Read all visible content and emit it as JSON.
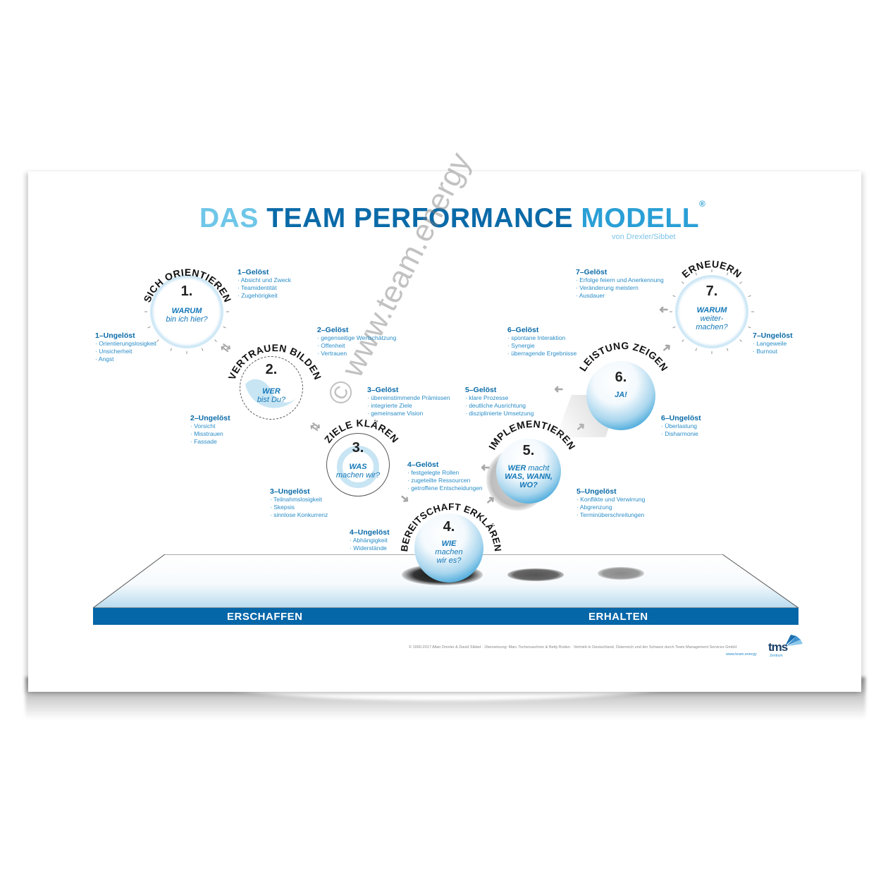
{
  "title": {
    "part1": "DAS",
    "part2": "TEAM PERFORMANCE",
    "part3": "MODELL",
    "registered": "®",
    "subtitle": "von Drexler/Sibbet"
  },
  "colors": {
    "title_light": "#6ec6e8",
    "title_dark": "#0a6aa8",
    "accent_blue": "#0566a8",
    "text_blue": "#2a8dc8"
  },
  "stages": [
    {
      "number": "1.",
      "name": "SICH ORIENTIEREN",
      "question_bold": "WARUM",
      "question_rest": "bin ich hier?",
      "resolved": {
        "heading": "1–Gelöst",
        "items": [
          "· Absicht und Zweck",
          "· Teamidentität",
          "· Zugehörigkeit"
        ]
      },
      "unresolved": {
        "heading": "1–Ungelöst",
        "items": [
          "· Orientierungslosigkeit",
          "· Unsicherheit",
          "· Angst"
        ]
      }
    },
    {
      "number": "2.",
      "name": "VERTRAUEN BILDEN",
      "question_bold": "WER",
      "question_rest": "bist Du?",
      "resolved": {
        "heading": "2–Gelöst",
        "items": [
          "· gegenseitige Wertschätzung",
          "· Offenheit",
          "· Vertrauen"
        ]
      },
      "unresolved": {
        "heading": "2–Ungelöst",
        "items": [
          "· Vorsicht",
          "· Misstrauen",
          "· Fassade"
        ]
      }
    },
    {
      "number": "3.",
      "name": "ZIELE KLÄREN",
      "question_bold": "WAS",
      "question_rest": "machen wir?",
      "resolved": {
        "heading": "3–Gelöst",
        "items": [
          "· übereinstimmende Prämissen",
          "· integrierte Ziele",
          "· gemeinsame Vision"
        ]
      },
      "unresolved": {
        "heading": "3–Ungelöst",
        "items": [
          "· Teilnahmslosigkeit",
          "· Skepsis",
          "· sinnlose Konkurrenz"
        ]
      }
    },
    {
      "number": "4.",
      "name": "BEREITSCHAFT ERKLÄREN",
      "question_bold": "WIE",
      "question_rest": "machen wir es?",
      "resolved": {
        "heading": "4–Gelöst",
        "items": [
          "· festgelegte Rollen",
          "· zugeteilte Ressourcen",
          "· getroffene Entscheidungen"
        ]
      },
      "unresolved": {
        "heading": "4–Ungelöst",
        "items": [
          "· Abhängigkeit",
          "· Widerstände"
        ]
      }
    },
    {
      "number": "5.",
      "name": "IMPLEMENTIEREN",
      "question_bold": "WER",
      "question_rest": "macht",
      "question_line2": "WAS, WANN,",
      "question_line3": "WO?",
      "resolved": {
        "heading": "5–Gelöst",
        "items": [
          "· klare Prozesse",
          "· deutliche Ausrichtung",
          "· disziplinierte Umsetzung"
        ]
      },
      "unresolved": {
        "heading": "5–Ungelöst",
        "items": [
          "· Konflikte und Verwirrung",
          "· Abgrenzung",
          "· Terminüberschreitungen"
        ]
      }
    },
    {
      "number": "6.",
      "name": "LEISTUNG ZEIGEN",
      "question_bold": "JA!",
      "question_rest": "",
      "resolved": {
        "heading": "6–Gelöst",
        "items": [
          "· spontane Interaktion",
          "· Synergie",
          "· überragende Ergebnisse"
        ]
      },
      "unresolved": {
        "heading": "6–Ungelöst",
        "items": [
          "· Überlastung",
          "· Disharmonie"
        ]
      }
    },
    {
      "number": "7.",
      "name": "ERNEUERN",
      "question_bold": "WARUM",
      "question_rest": "weiter-",
      "question_line2": "machen?",
      "resolved": {
        "heading": "7–Gelöst",
        "items": [
          "· Erfolge feiern und Anerkennung",
          "· Veränderung meistern",
          "· Ausdauer"
        ]
      },
      "unresolved": {
        "heading": "7–Ungelöst",
        "items": [
          "· Langeweile",
          "· Burnout"
        ]
      }
    }
  ],
  "band": {
    "left_label": "ERSCHAFFEN",
    "right_label": "ERHALTEN"
  },
  "footer": {
    "copyright": "© 1990-2017 Allan Drexler & David Sibbet · Übersetzung: Marc Tschenuschner & Betty Boden · Vertrieb in Deutschland, Österreich und der Schweiz durch Team Management Services GmbH",
    "url": "www.team.energy",
    "logo_text": "tms",
    "logo_sub": "Zentrum"
  },
  "watermark": "© www.team.energy"
}
